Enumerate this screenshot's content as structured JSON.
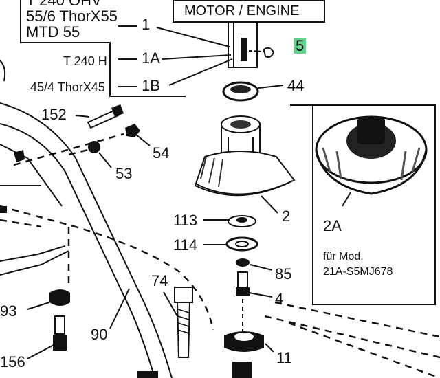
{
  "header": {
    "model_top": "T 240 OHV",
    "model_2": "55/6 ThorX55",
    "model_3": "MTD 55",
    "engine_box": "MOTOR / ENGINE"
  },
  "models": {
    "t240h": "T 240 H",
    "thorx45": "45/4 ThorX45"
  },
  "inset": {
    "part": "2A",
    "note_line1": "für Mod.",
    "note_line2": "21A-S5MJ678"
  },
  "callouts": {
    "c1": "1",
    "c1a": "1A",
    "c1b": "1B",
    "c5": "5",
    "c44": "44",
    "c152": "152",
    "c54": "54",
    "c53": "53",
    "c2": "2",
    "c113": "113",
    "c114": "114",
    "c85": "85",
    "c4": "4",
    "c74": "74",
    "c93": "93",
    "c90": "90",
    "c156": "156",
    "c11": "11"
  },
  "colors": {
    "highlight": "#5fd38a",
    "ink": "#111111"
  }
}
